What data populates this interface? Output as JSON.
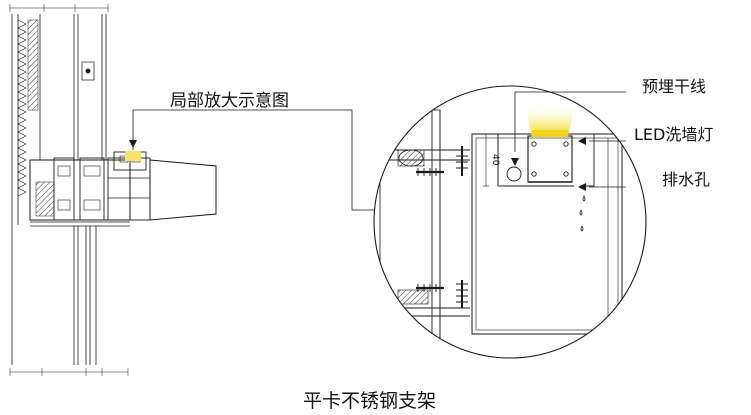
{
  "labels": {
    "detail_callout": "局部放大示意图",
    "embedded_line": "预埋干线",
    "led_wall_washer": "LED洗墙灯",
    "drain_hole": "排水孔",
    "caption": "平卡不锈钢支架"
  },
  "dimension_mark": "40",
  "colors": {
    "line": "#1a1a1a",
    "glow": "#f4e46a",
    "glow_core": "#f2d51e",
    "hatch": "#333333"
  }
}
